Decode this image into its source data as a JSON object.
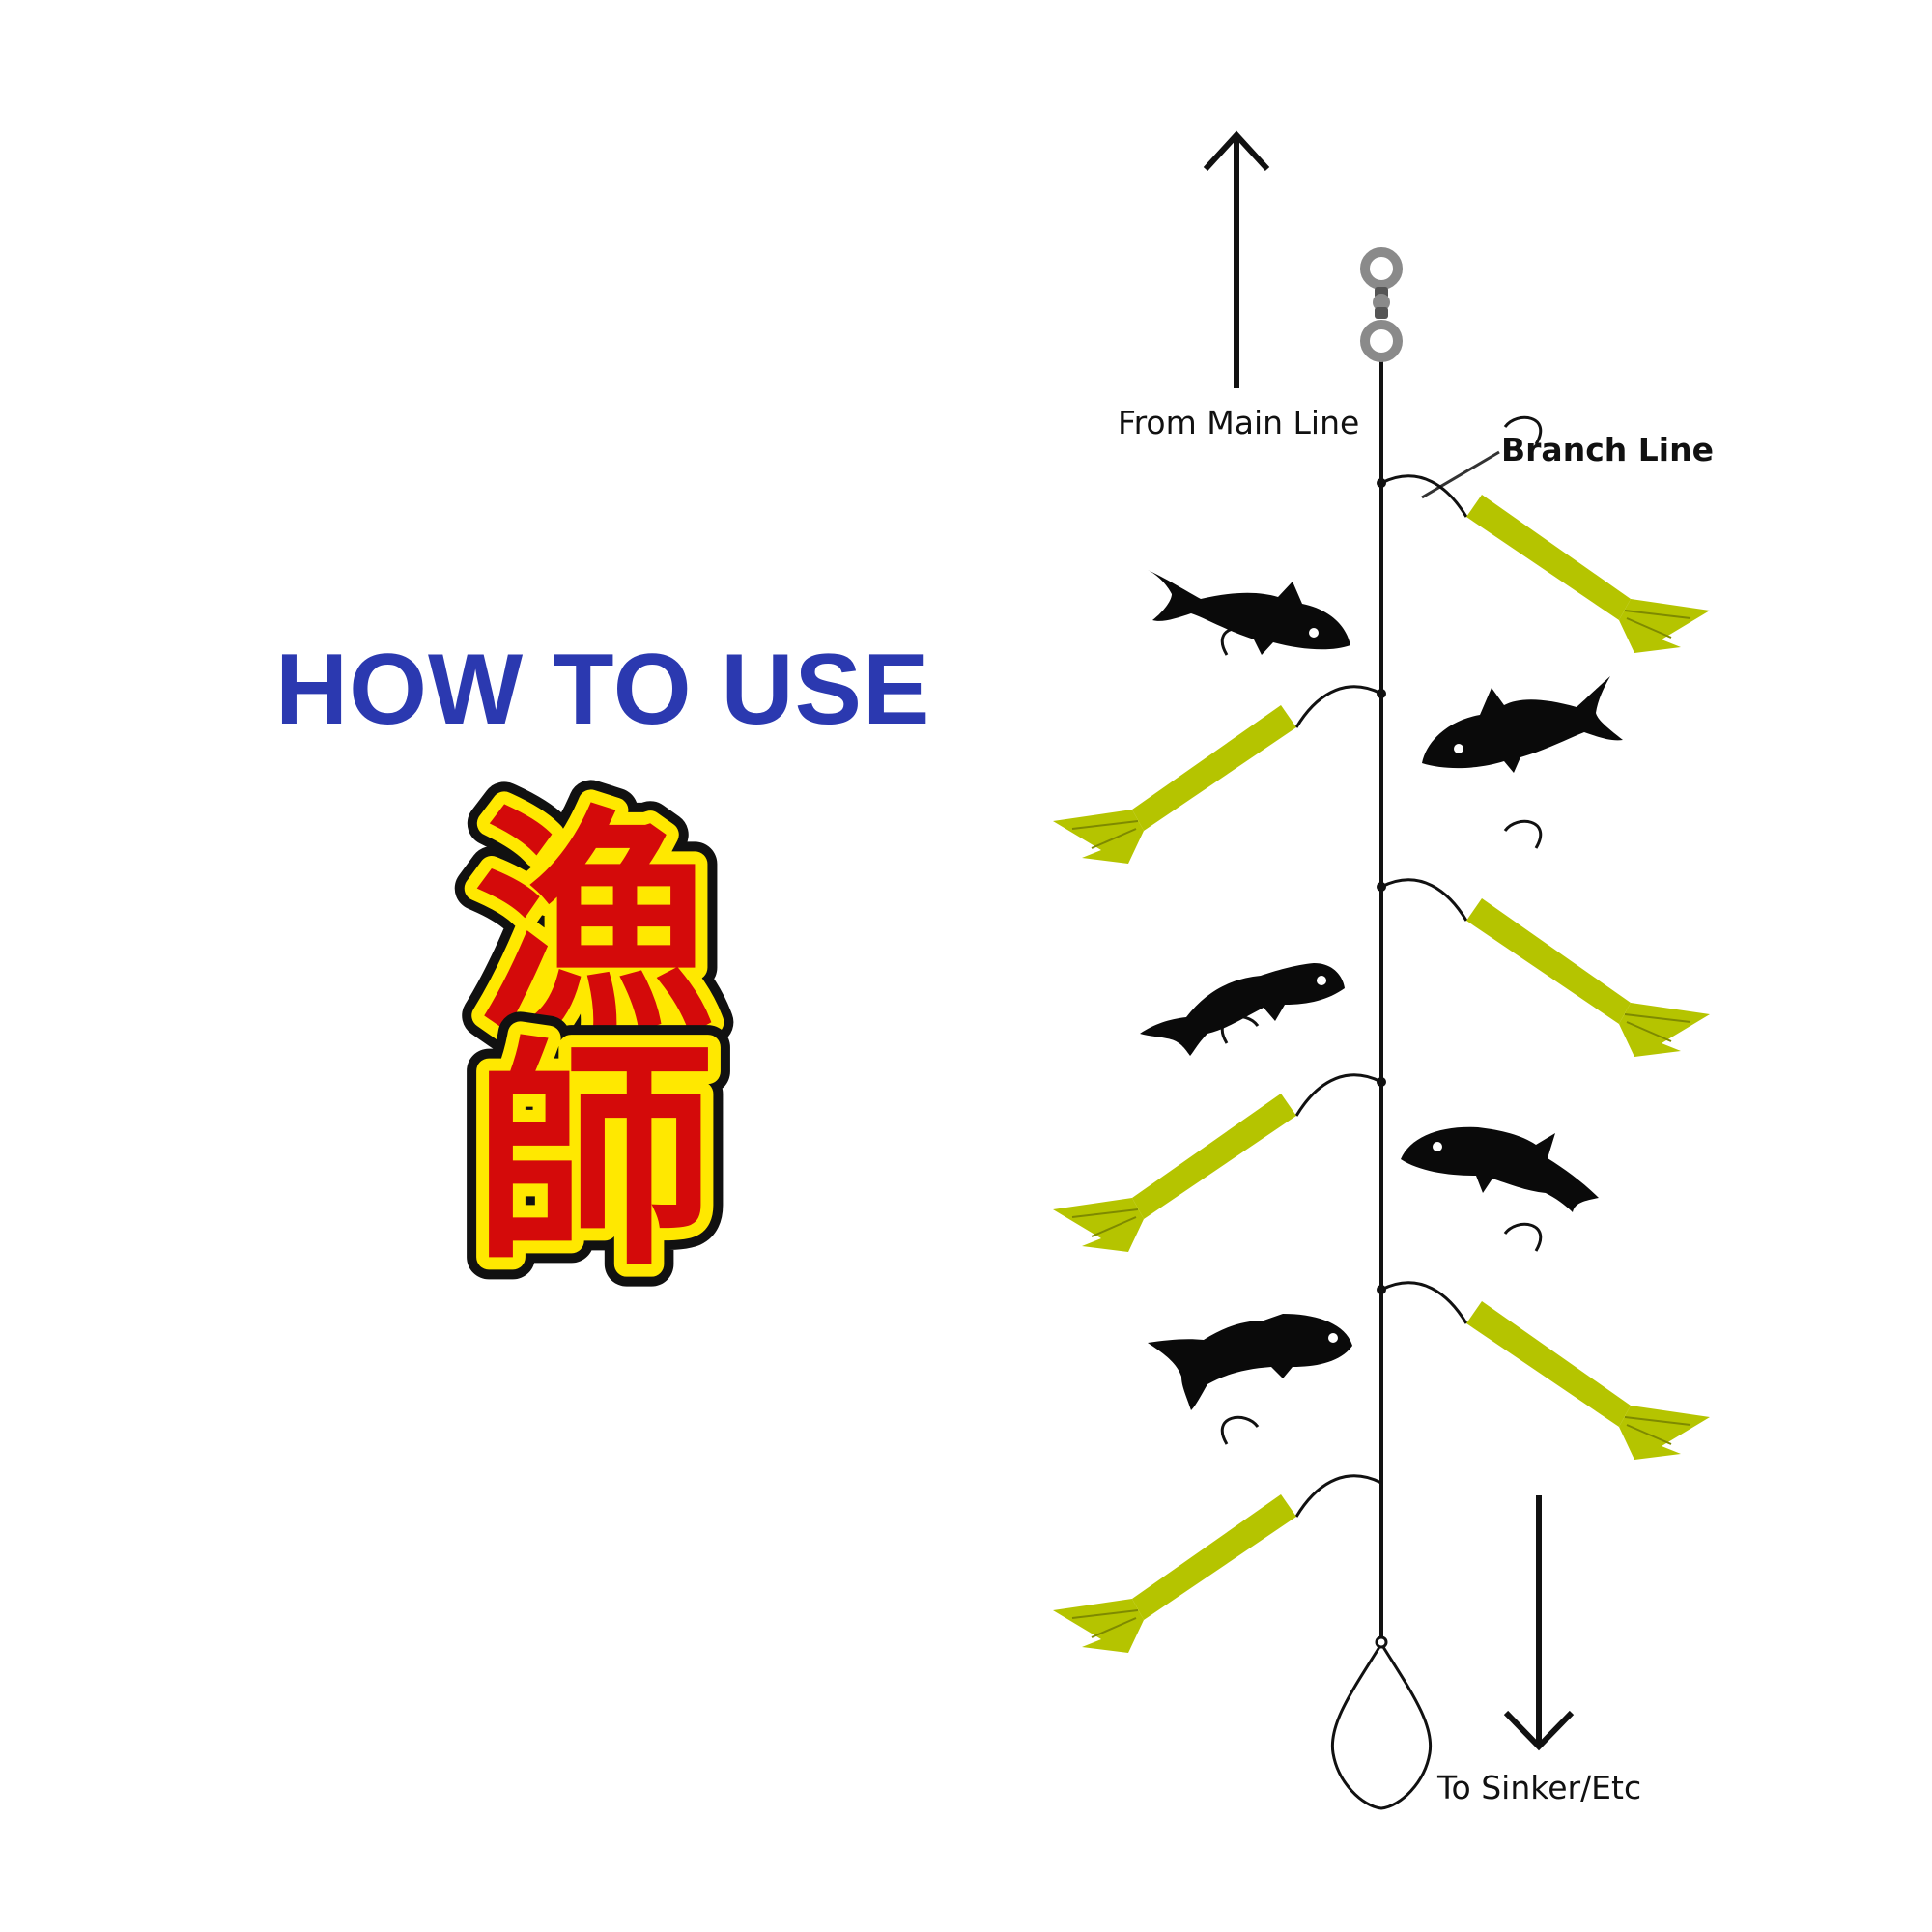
{
  "heading": {
    "text": "HOW TO USE",
    "color": "#2b39b0"
  },
  "logo": {
    "text": "漁師",
    "fill_color": "#d40a0a",
    "outline_color": "#ffe800",
    "border_color": "#111111"
  },
  "diagram": {
    "labels": {
      "from_main_line": "From Main Line",
      "branch_line": "Branch Line",
      "to_sinker": "To Sinker/Etc"
    },
    "colors": {
      "lure": "#b5c400",
      "lure_dark": "#7e8a00",
      "line": "#111111",
      "fish": "#0a0a0a",
      "swivel": "#8a8a8a"
    },
    "icons": {
      "up_arrow": "arrow-up-icon",
      "down_arrow": "arrow-down-icon",
      "swivel": "swivel-icon",
      "lure": "squid-skirt-lure-icon",
      "hook": "hook-icon",
      "fish": "fish-silhouette-icon",
      "sinker_loop": "sinker-loop-icon"
    }
  }
}
